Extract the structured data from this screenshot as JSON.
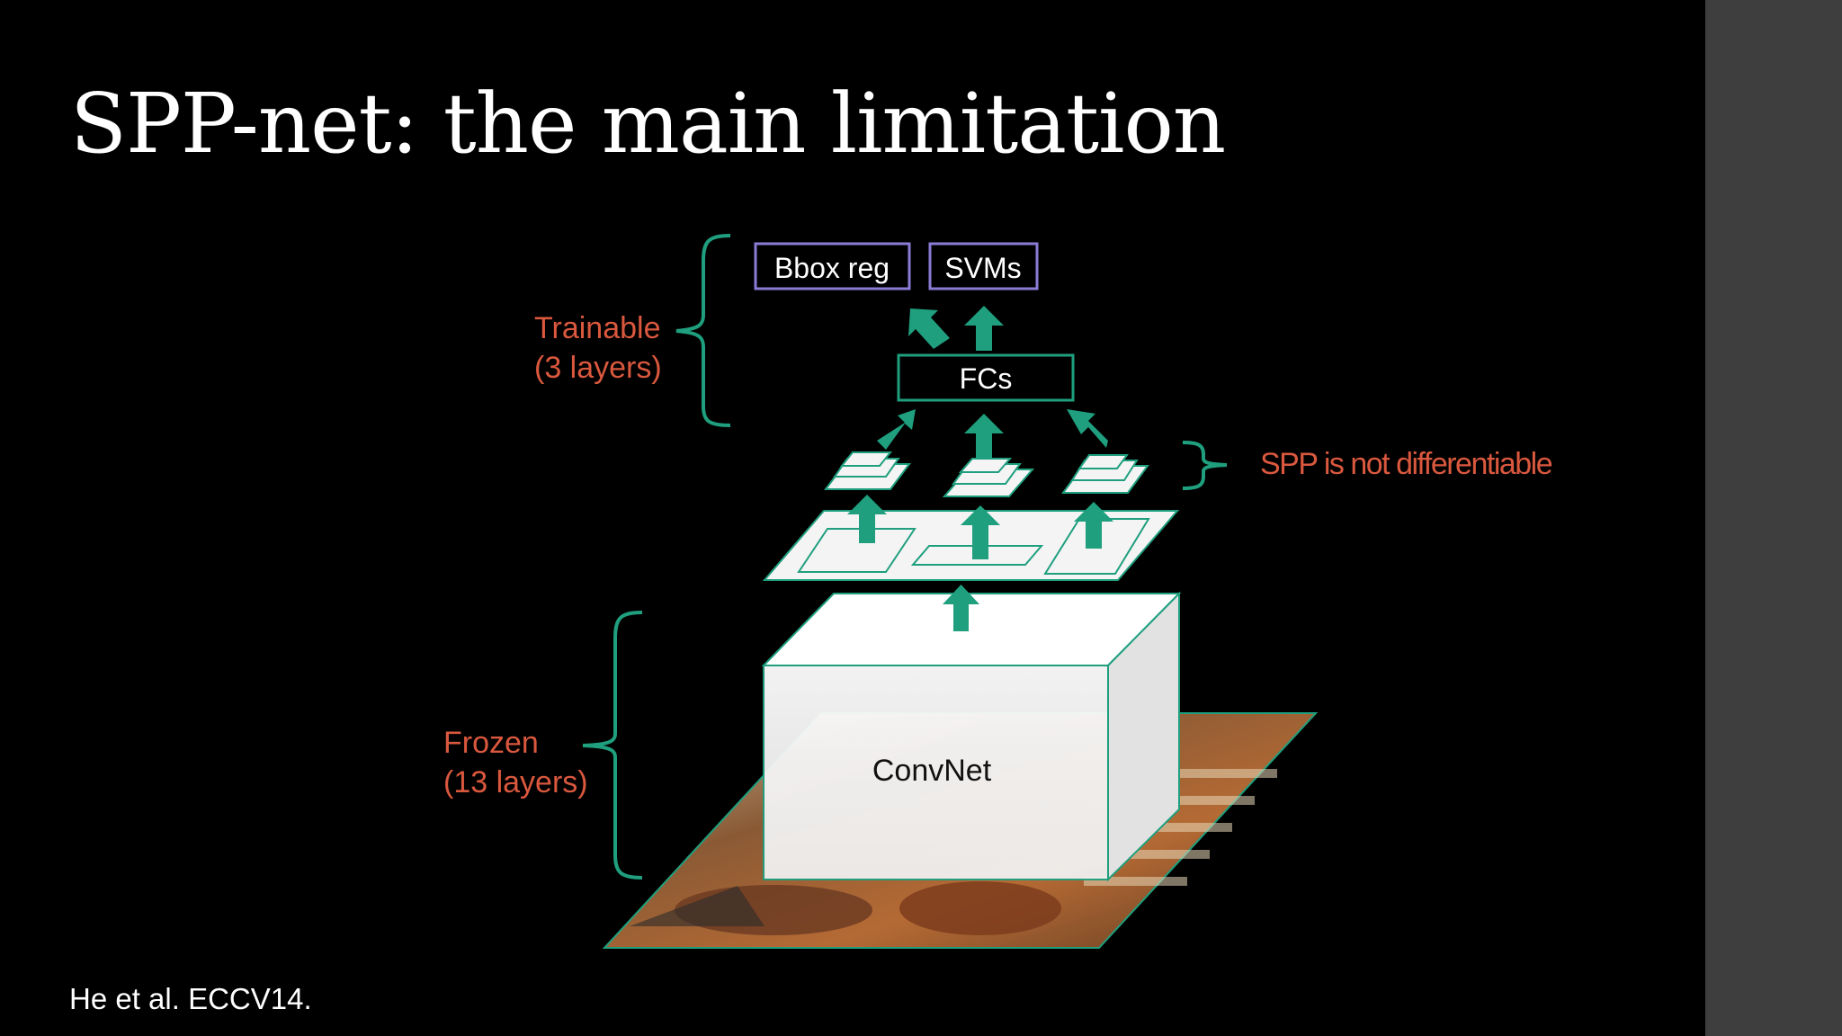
{
  "slide": {
    "title": "SPP-net: the main limitation",
    "citation": "He et al. ECCV14."
  },
  "diagram": {
    "boxes": {
      "bbox_reg": "Bbox reg",
      "svms": "SVMs",
      "fcs": "FCs",
      "convnet": "ConvNet"
    },
    "labels": {
      "trainable_line1": "Trainable",
      "trainable_line2": "(3 layers)",
      "frozen_line1": "Frozen",
      "frozen_line2": "(13 layers)",
      "spp_note": "SPP is not differentiable"
    },
    "colors": {
      "arrow": "#1f9f7e",
      "bracket": "#1f9f7e",
      "label": "#d9583e",
      "head_box_border": "#8a7cd6",
      "fc_box_border": "#1f9f7e"
    }
  }
}
